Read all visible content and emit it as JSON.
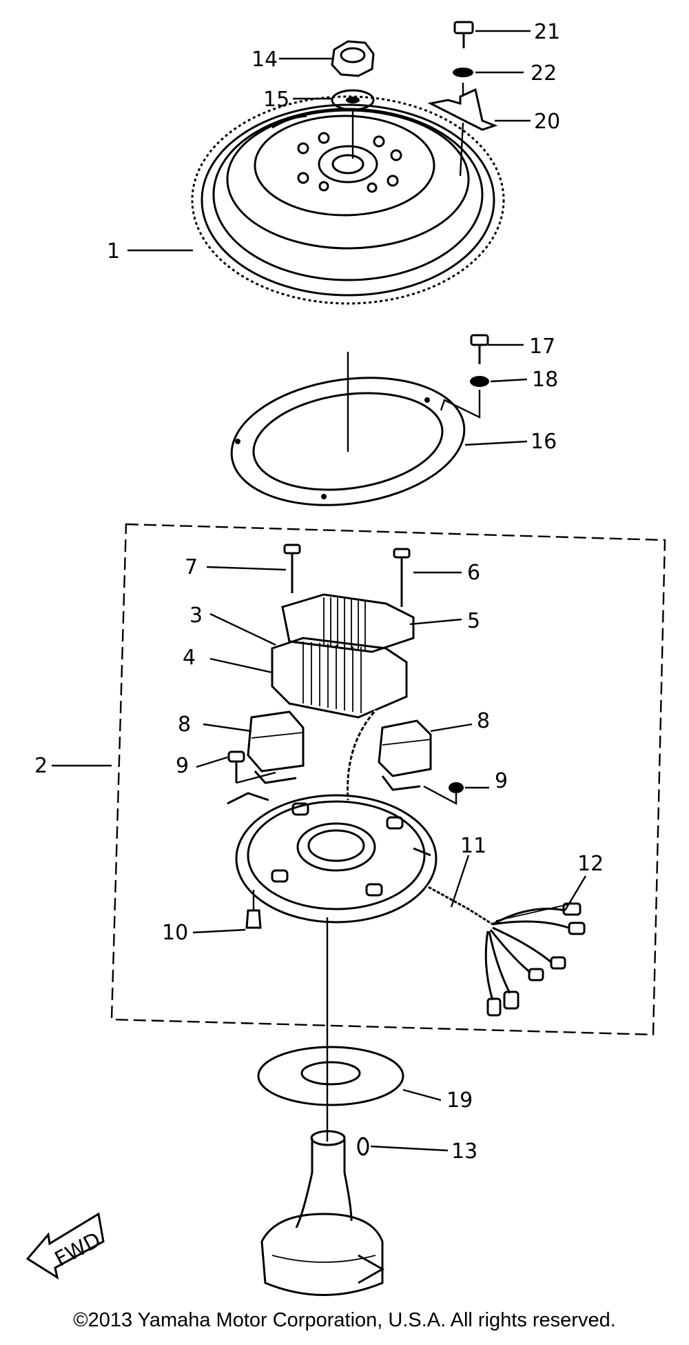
{
  "parts": {
    "1": "1",
    "2": "2",
    "3": "3",
    "4": "4",
    "5": "5",
    "6": "6",
    "7": "7",
    "8a": "8",
    "8b": "8",
    "9a": "9",
    "9b": "9",
    "10": "10",
    "11": "11",
    "12": "12",
    "13": "13",
    "14": "14",
    "15": "15",
    "16": "16",
    "17": "17",
    "18": "18",
    "19": "19",
    "20": "20",
    "21": "21",
    "22": "22"
  },
  "fwd_label": "FWD",
  "copyright": "©2013 Yamaha Motor Corporation, U.S.A. All rights reserved."
}
